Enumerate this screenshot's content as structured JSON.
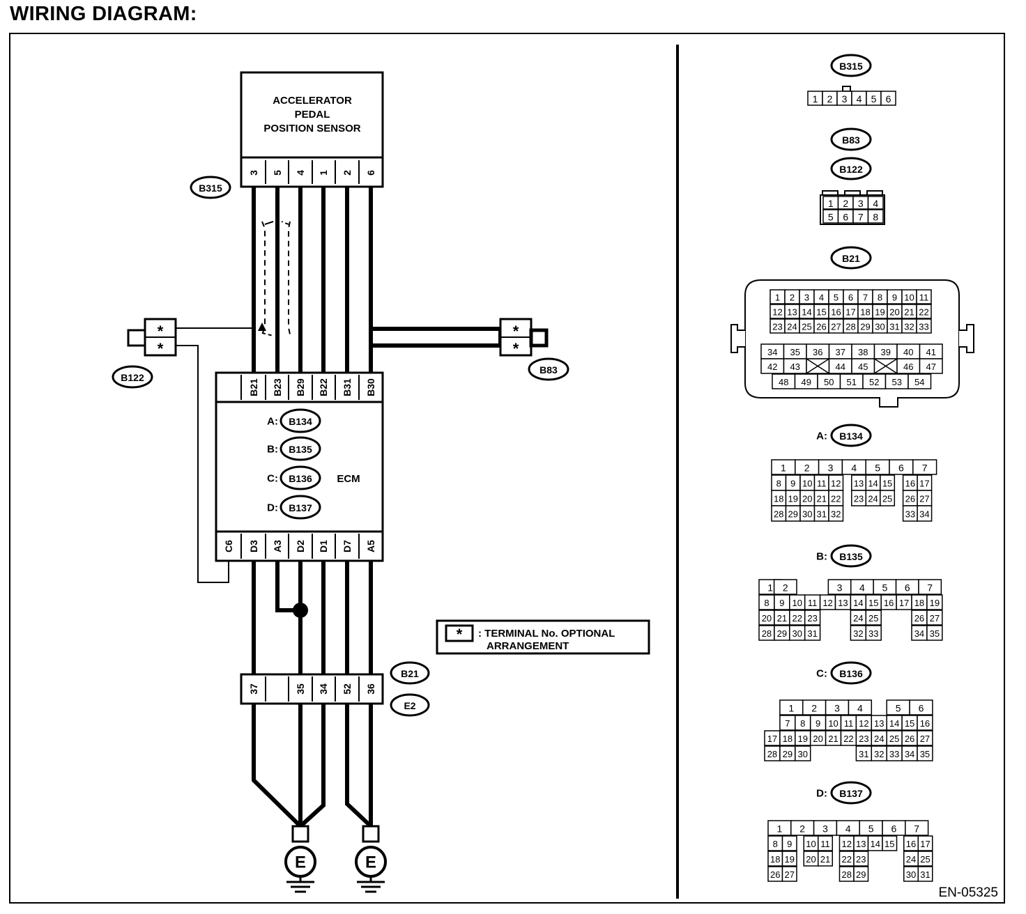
{
  "page_title": "WIRING DIAGRAM:",
  "sensor": {
    "label_lines": [
      "ACCELERATOR",
      "PEDAL",
      "POSITION SENSOR"
    ]
  },
  "sensor_pins": [
    "3",
    "5",
    "4",
    "1",
    "2",
    "6"
  ],
  "ecm_top_pins": [
    "B21",
    "B23",
    "B29",
    "B22",
    "B31",
    "B30"
  ],
  "ecm_bottom_pins": [
    "C6",
    "D3",
    "A3",
    "D2",
    "D1",
    "D7",
    "A5"
  ],
  "ecm": {
    "label": "ECM",
    "connectors": [
      {
        "prefix": "A:",
        "name": "B134"
      },
      {
        "prefix": "B:",
        "name": "B135"
      },
      {
        "prefix": "C:",
        "name": "B136"
      },
      {
        "prefix": "D:",
        "name": "B137"
      }
    ]
  },
  "joint_pins": [
    "37",
    "35",
    "34",
    "52",
    "36"
  ],
  "labels": {
    "b315": "B315",
    "b122": "B122",
    "b83": "B83",
    "b21": "B21",
    "e2": "E2",
    "ground": "E"
  },
  "optional_terminal": {
    "star": "*",
    "line1": ": TERMINAL No. OPTIONAL",
    "line2": "ARRANGEMENT"
  },
  "star": "*",
  "connector_views": {
    "b315": {
      "name": "B315",
      "pins": [
        "1",
        "2",
        "3",
        "4",
        "5",
        "6"
      ]
    },
    "b83_b122": {
      "names": [
        "B83",
        "B122"
      ],
      "rows": [
        [
          "1",
          "2",
          "3",
          "4"
        ],
        [
          "5",
          "6",
          "7",
          "8"
        ]
      ]
    },
    "b21": {
      "name": "B21",
      "rows": [
        [
          "1",
          "2",
          "3",
          "4",
          "5",
          "6",
          "7",
          "8",
          "9",
          "10",
          "11"
        ],
        [
          "12",
          "13",
          "14",
          "15",
          "16",
          "17",
          "18",
          "19",
          "20",
          "21",
          "22"
        ],
        [
          "23",
          "24",
          "25",
          "26",
          "27",
          "28",
          "29",
          "30",
          "31",
          "32",
          "33"
        ],
        [
          "34",
          "35",
          "36",
          "37",
          "38",
          "39",
          "40",
          "41"
        ],
        [
          "42",
          "43",
          "",
          "44",
          "45",
          "",
          "46",
          "47"
        ],
        [
          "48",
          "49",
          "50",
          "51",
          "52",
          "53",
          "54"
        ]
      ]
    },
    "b134": {
      "prefix": "A:",
      "name": "B134",
      "rows": [
        [
          "1",
          "2",
          "3",
          "4",
          "5",
          "6",
          "7"
        ],
        [
          "8",
          "9",
          "10",
          "11",
          "12",
          "13",
          "14",
          "15",
          "16",
          "17"
        ],
        [
          "18",
          "19",
          "20",
          "21",
          "22",
          "23",
          "24",
          "25",
          "26",
          "27"
        ],
        [
          "28",
          "29",
          "30",
          "31",
          "32",
          "33",
          "34"
        ]
      ]
    },
    "b135": {
      "prefix": "B:",
      "name": "B135",
      "rows": [
        [
          "1",
          "2",
          "3",
          "4",
          "5",
          "6",
          "7"
        ],
        [
          "8",
          "9",
          "10",
          "11",
          "12",
          "13",
          "14",
          "15",
          "16",
          "17",
          "18",
          "19"
        ],
        [
          "20",
          "21",
          "22",
          "23",
          "24",
          "25",
          "26",
          "27"
        ],
        [
          "28",
          "29",
          "30",
          "31",
          "32",
          "33",
          "34",
          "35"
        ]
      ]
    },
    "b136": {
      "prefix": "C:",
      "name": "B136",
      "rows": [
        [
          "1",
          "2",
          "3",
          "4",
          "5",
          "6"
        ],
        [
          "7",
          "8",
          "9",
          "10",
          "11",
          "12",
          "13",
          "14",
          "15",
          "16"
        ],
        [
          "17",
          "18",
          "19",
          "20",
          "21",
          "22",
          "23",
          "24",
          "25",
          "26",
          "27"
        ],
        [
          "28",
          "29",
          "30",
          "31",
          "32",
          "33",
          "34",
          "35"
        ]
      ]
    },
    "b137": {
      "prefix": "D:",
      "name": "B137",
      "rows": [
        [
          "1",
          "2",
          "3",
          "4",
          "5",
          "6",
          "7"
        ],
        [
          "8",
          "9",
          "10",
          "11",
          "12",
          "13",
          "14",
          "15",
          "16",
          "17"
        ],
        [
          "18",
          "19",
          "20",
          "21",
          "22",
          "23",
          "24",
          "25"
        ],
        [
          "26",
          "27",
          "28",
          "29",
          "30",
          "31"
        ]
      ]
    }
  },
  "figure_code": "EN-05325"
}
